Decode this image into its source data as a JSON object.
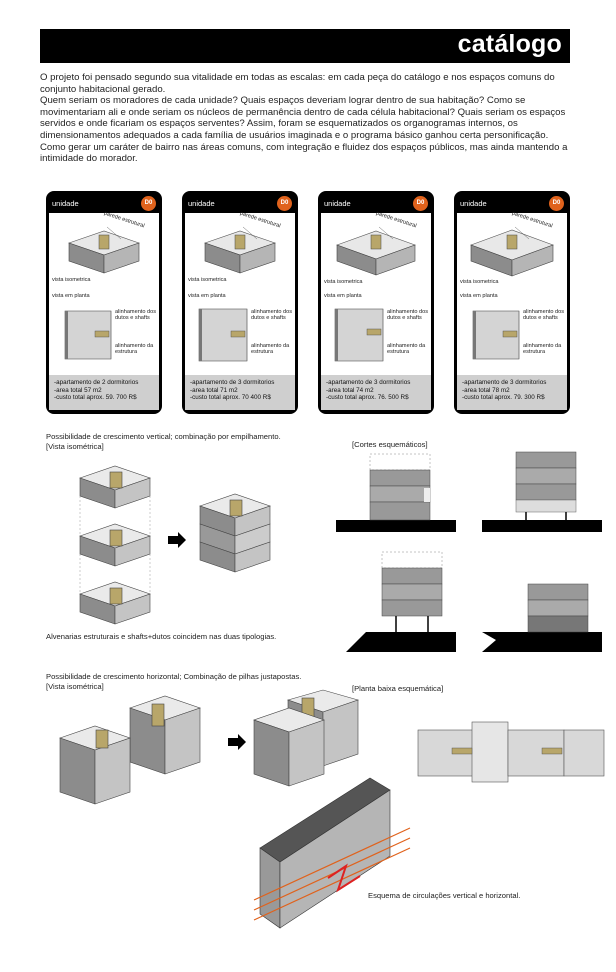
{
  "header": {
    "title": "catálogo"
  },
  "intro": {
    "p1": "O projeto foi pensado segundo sua vitalidade em todas as escalas: em cada peça do catálogo e nos espaços comuns do conjunto habitacional gerado.",
    "p2": "Quem seriam os moradores de cada unidade? Quais espaços deveriam lograr dentro de sua habitação? Como se movimentariam ali e onde seriam os núcleos de permanência dentro de cada célula habitacional? Quais seriam os espaços servidos e onde ficariam os espaços serventes? Assim, foram se esquematizados os organogramas internos, os dimensionamentos adequados a cada família de usuários imaginada e o programa básico ganhou certa personificação. Como gerar um caráter de bairro nas áreas comuns, com integração e fluidez dos espaços públicos, mas ainda mantendo a intimidade do morador."
  },
  "colors": {
    "accent": "#e0621c",
    "panel": "#000000",
    "footer": "#cfcfcf",
    "wall": "#8c8c8c",
    "shaft": "#b8a66a"
  },
  "cards": [
    {
      "label": "unidade",
      "badge": "D0",
      "parede": "parede estrutural",
      "iso": "vista isometrica",
      "planta": "vista em planta",
      "alinh1": "alinhamento dos dutos e shafts",
      "alinh2": "alinhamento da estrutura",
      "spec1": "-apartamento de 2 dormitorios",
      "spec2": "-area total 57 m2",
      "spec3": "-custo total aprox. 59. 700 R$"
    },
    {
      "label": "unidade",
      "badge": "D0",
      "parede": "parede estrutural",
      "iso": "vista isometrica",
      "planta": "vista em planta",
      "alinh1": "alinhamento dos dutos e shafts",
      "alinh2": "alinhamento da estrutura",
      "spec1": "-apartamento de 3 dormitorios",
      "spec2": "-area total  71 m2",
      "spec3": "-custo total aprox. 70 400 R$"
    },
    {
      "label": "unidade",
      "badge": "D0",
      "parede": "parede estrutural",
      "iso": "vista isometrica",
      "planta": "vista em planta",
      "alinh1": "alinhamento dos dutos e shafts",
      "alinh2": "alinhamento da estrutura",
      "spec1": "-apartamento de 3 dormitorios",
      "spec2": "-area total  74 m2",
      "spec3": "-custo total aprox. 76. 500 R$"
    },
    {
      "label": "unidade",
      "badge": "D0",
      "parede": "parede estrutural",
      "iso": "vista isometrica",
      "planta": "vista em planta",
      "alinh1": "alinhamento dos dutos e shafts",
      "alinh2": "alinhamento da estrutura",
      "spec1": "-apartamento de 3 dormitorios",
      "spec2": "-area total  78 m2",
      "spec3": "-custo total aprox. 79. 300 R$"
    }
  ],
  "vertical": {
    "caption1": "Possibilidade de crescimento vertical; combinação por empilhamento.",
    "caption2": "[Vista isométrica]",
    "cortes": "[Cortes esquemáticos]",
    "alvenarias": "Alvenarias estruturais e shafts+dutos coincidem nas duas tipologias."
  },
  "horizontal": {
    "caption1": "Possibilidade de crescimento horizontal; Combinação de pilhas justapostas.",
    "caption2": "[Vista isométrica]",
    "planta": "[Planta baixa esquemática]",
    "circulacao": "Esquema de circulações vertical e horizontal."
  }
}
